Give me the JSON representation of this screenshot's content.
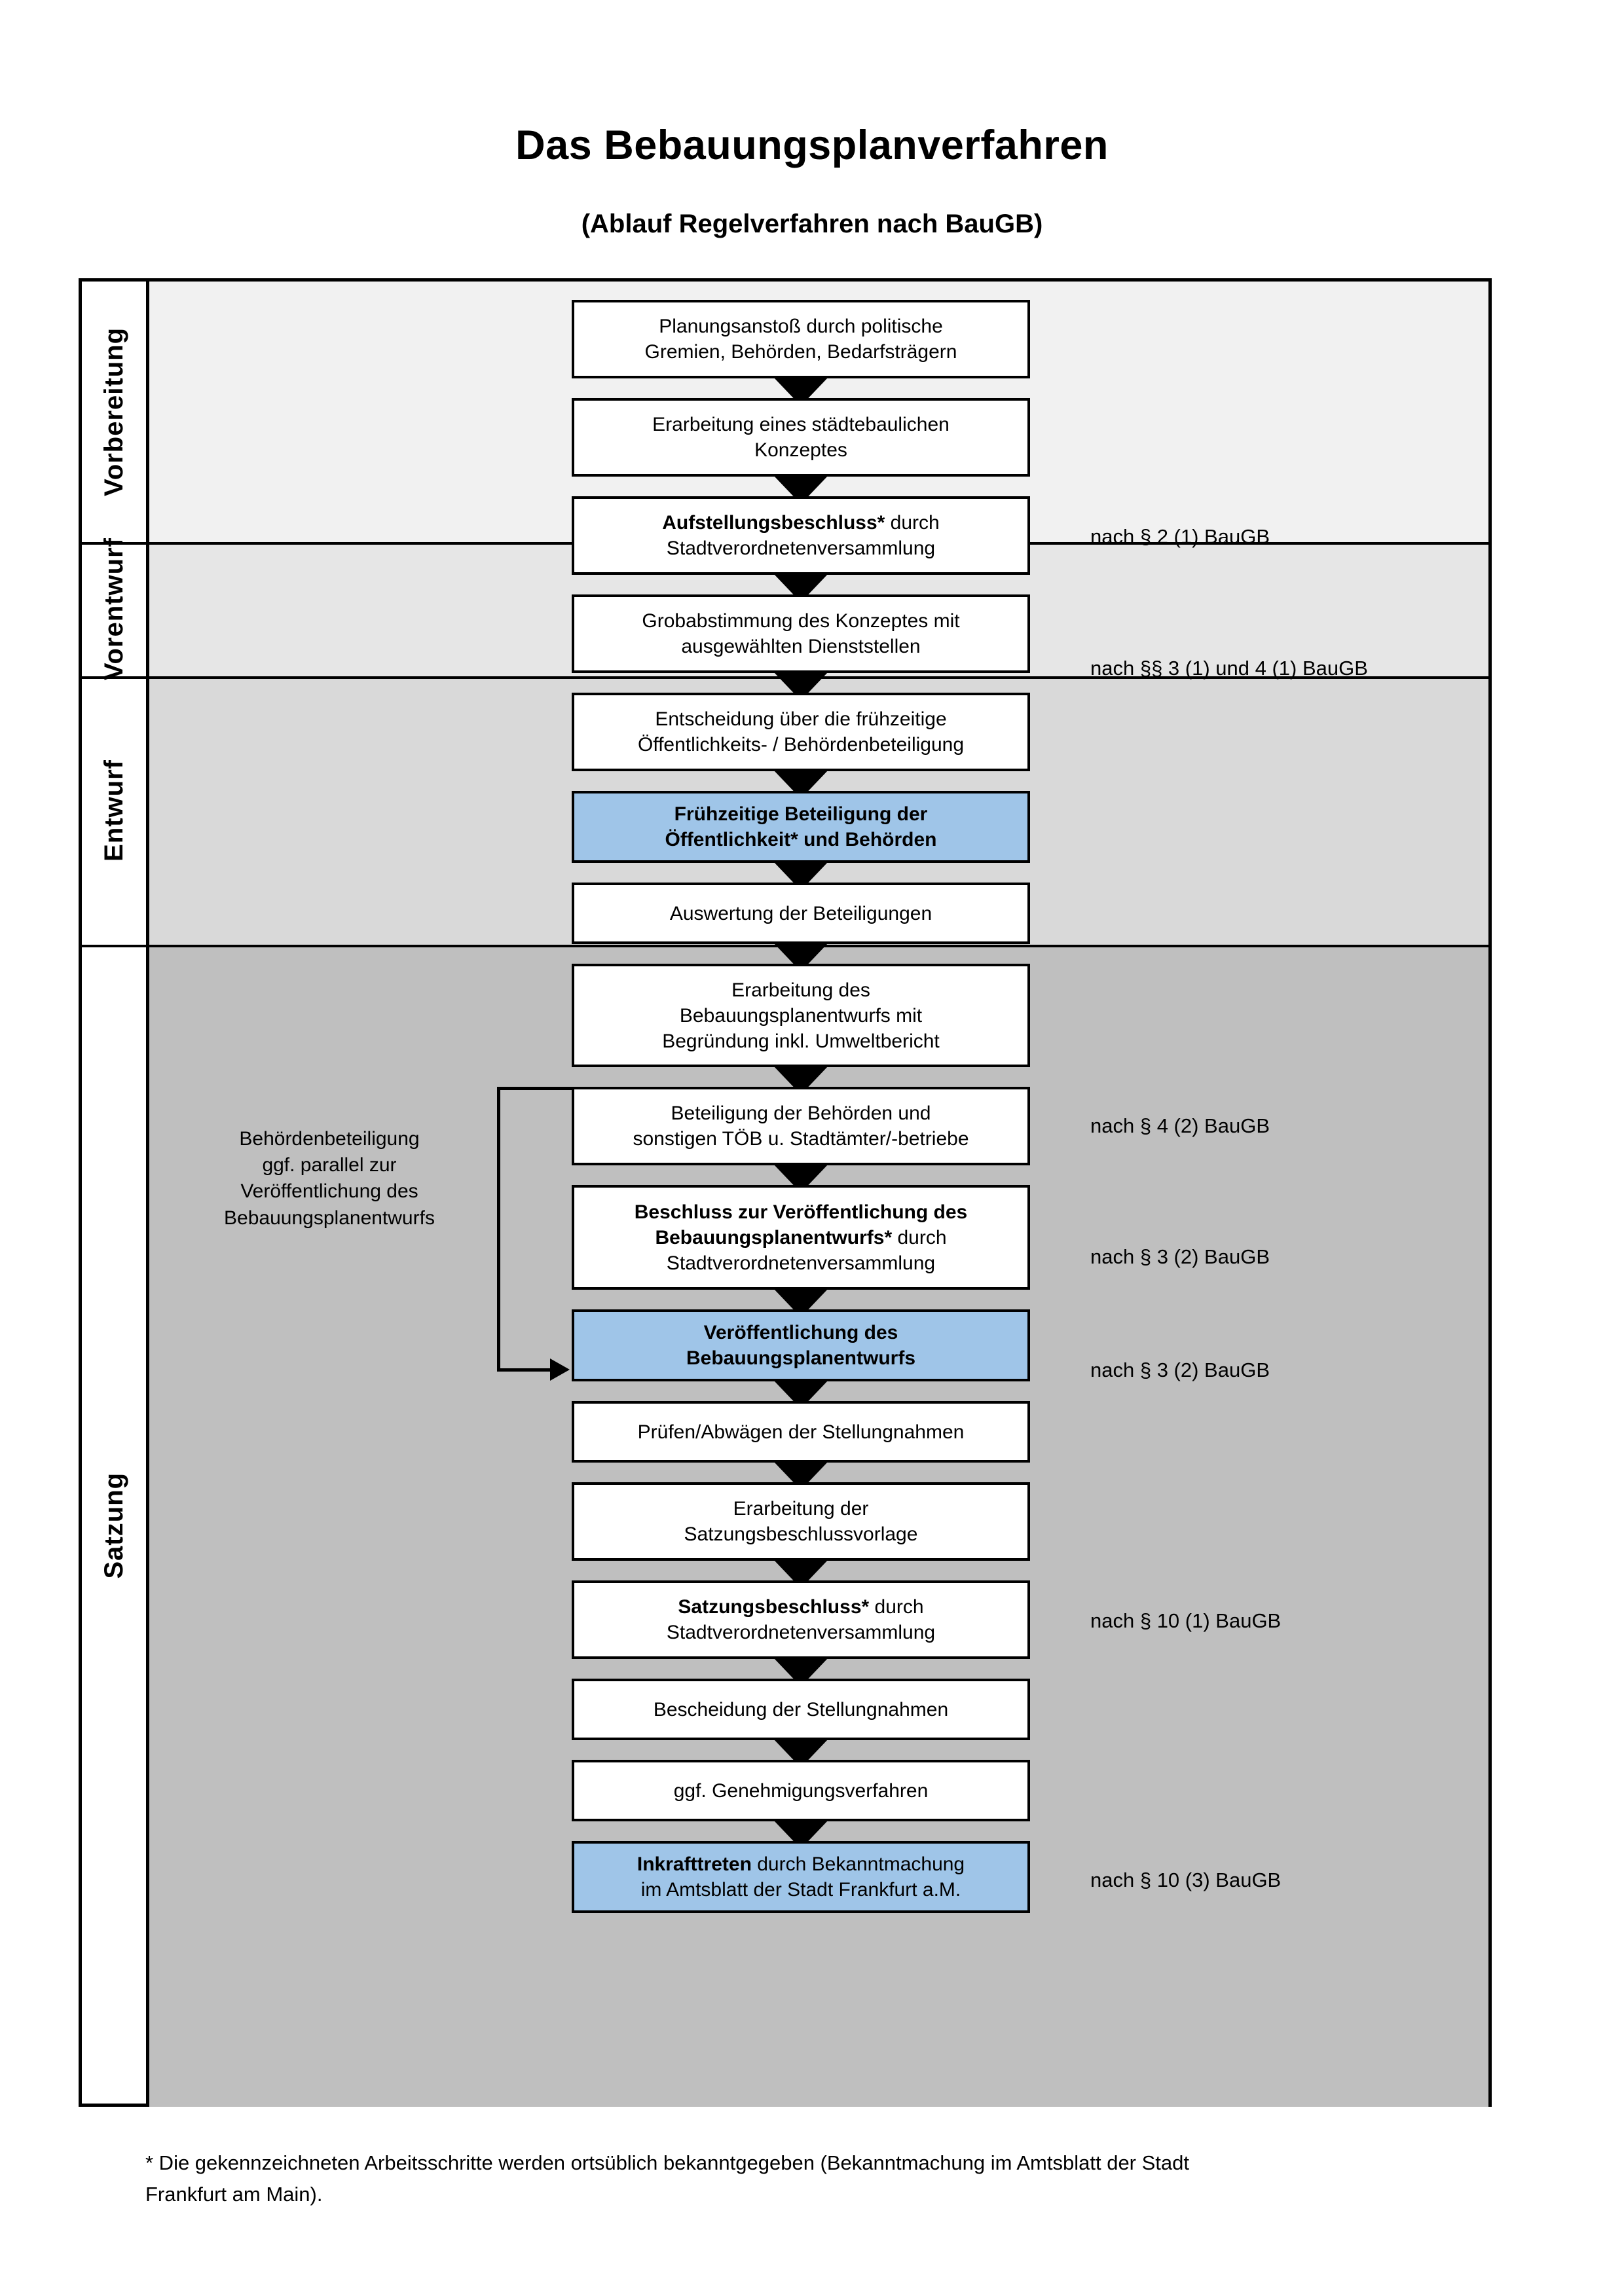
{
  "document": {
    "title": "Das Bebauungsplanverfahren",
    "subtitle": "(Ablauf Regelverfahren nach BauGB)",
    "footnote_line1": "* Die gekennzeichneten Arbeitsschritte werden ortsüblich bekanntgegeben (Bekanntmachung im Amtsblatt  der Stadt",
    "footnote_line2": "Frankfurt am Main)."
  },
  "colors": {
    "highlight_blue": "#9fc5e8",
    "band_vorbereitung": "#f1f1f1",
    "band_vorentwurf": "#e6e6e6",
    "band_entwurf": "#d9d9d9",
    "band_satzung": "#bfbfbf",
    "stroke": "#000000"
  },
  "phases": [
    {
      "label": "Vorbereitung"
    },
    {
      "label": "Vorentwurf"
    },
    {
      "label": "Entwurf"
    },
    {
      "label": "Satzung"
    }
  ],
  "steps": [
    {
      "id": "planungsanstoss",
      "phase": "Vorbereitung",
      "lines": [
        "Planungsanstoß durch politische",
        "Gremien, Behörden, Bedarfsträgern"
      ],
      "bold_prefix": "",
      "highlight": false
    },
    {
      "id": "konzept",
      "phase": "Vorbereitung",
      "lines": [
        "Erarbeitung eines städtebaulichen",
        "Konzeptes"
      ],
      "bold_prefix": "",
      "highlight": false
    },
    {
      "id": "aufstellungsbeschluss",
      "phase": "Vorbereitung",
      "lines": [
        "Aufstellungsbeschluss* durch",
        "Stadtverordnetenversammlung"
      ],
      "bold_prefix": "Aufstellungsbeschluss*",
      "highlight": false
    },
    {
      "id": "grobabstimmung",
      "phase": "Vorentwurf",
      "lines": [
        "Grobabstimmung des Konzeptes mit",
        "ausgewählten Dienststellen"
      ],
      "bold_prefix": "",
      "highlight": false
    },
    {
      "id": "entscheidung-fruehzeitig",
      "phase": "Vorentwurf",
      "lines": [
        "Entscheidung über die frühzeitige",
        "Öffentlichkeits- / Behördenbeteiligung"
      ],
      "bold_prefix": "",
      "highlight": false
    },
    {
      "id": "fruehzeitige-beteiligung",
      "phase": "Vorentwurf",
      "lines": [
        "Frühzeitige Beteiligung der",
        "Öffentlichkeit* und Behörden"
      ],
      "bold_prefix": "ALL",
      "highlight": true
    },
    {
      "id": "auswertung",
      "phase": "Entwurf",
      "lines": [
        "Auswertung der Beteiligungen"
      ],
      "bold_prefix": "",
      "highlight": false
    },
    {
      "id": "erarbeitung-entwurf",
      "phase": "Entwurf",
      "lines": [
        "Erarbeitung des",
        "Bebauungsplanentwurfs mit",
        "Begründung inkl. Umweltbericht"
      ],
      "bold_prefix": "",
      "highlight": false
    },
    {
      "id": "beteiligung-behoerden",
      "phase": "Entwurf",
      "lines": [
        "Beteiligung der Behörden und",
        "sonstigen TÖB u. Stadtämter/-betriebe"
      ],
      "bold_prefix": "",
      "highlight": false
    },
    {
      "id": "beschluss-veroeffentlichung",
      "phase": "Entwurf",
      "lines": [
        "Beschluss zur Veröffentlichung des",
        "Bebauungsplanentwurfs* durch",
        "Stadtverordnetenversammlung"
      ],
      "bold_prefix": "Beschluss zur Veröffentlichung des Bebauungsplanentwurfs*",
      "highlight": false
    },
    {
      "id": "veroeffentlichung",
      "phase": "Entwurf",
      "lines": [
        "Veröffentlichung des",
        "Bebauungsplanentwurfs"
      ],
      "bold_prefix": "ALL",
      "highlight": true
    },
    {
      "id": "pruefen-abwaegen",
      "phase": "Satzung",
      "lines": [
        "Prüfen/Abwägen der Stellungnahmen"
      ],
      "bold_prefix": "",
      "highlight": false
    },
    {
      "id": "satzungsbeschlussvorlage",
      "phase": "Satzung",
      "lines": [
        "Erarbeitung der",
        "Satzungsbeschlussvorlage"
      ],
      "bold_prefix": "",
      "highlight": false
    },
    {
      "id": "satzungsbeschluss",
      "phase": "Satzung",
      "lines": [
        "Satzungsbeschluss* durch",
        "Stadtverordnetenversammlung"
      ],
      "bold_prefix": "Satzungsbeschluss*",
      "highlight": false
    },
    {
      "id": "bescheidung",
      "phase": "Satzung",
      "lines": [
        "Bescheidung der Stellungnahmen"
      ],
      "bold_prefix": "",
      "highlight": false
    },
    {
      "id": "genehmigungsverfahren",
      "phase": "Satzung",
      "lines": [
        "ggf. Genehmigungsverfahren"
      ],
      "bold_prefix": "",
      "highlight": false
    },
    {
      "id": "inkrafttreten",
      "phase": "Satzung",
      "lines": [
        "Inkrafttreten durch Bekanntmachung",
        "im Amtsblatt der Stadt Frankfurt a.M."
      ],
      "bold_prefix": "Inkrafttreten",
      "highlight": true
    }
  ],
  "step_text": {
    "planungsanstoss_l1": "Planungsanstoß durch politische",
    "planungsanstoss_l2": "Gremien, Behörden, Bedarfsträgern",
    "konzept_l1": "Erarbeitung eines städtebaulichen",
    "konzept_l2": "Konzeptes",
    "aufstellung_bold": "Aufstellungsbeschluss*",
    "aufstellung_rest": " durch",
    "aufstellung_l2": "Stadtverordnetenversammlung",
    "grob_l1": "Grobabstimmung des Konzeptes mit",
    "grob_l2": "ausgewählten Dienststellen",
    "entscheid_l1": "Entscheidung über die frühzeitige",
    "entscheid_l2": "Öffentlichkeits- / Behördenbeteiligung",
    "fruehz_l1": "Frühzeitige Beteiligung der",
    "fruehz_l2": "Öffentlichkeit* und Behörden",
    "auswertung_l1": "Auswertung der Beteiligungen",
    "erarbeitung_l1": "Erarbeitung des",
    "erarbeitung_l2": "Bebauungsplanentwurfs mit",
    "erarbeitung_l3": "Begründung inkl. Umweltbericht",
    "behoerden_l1": "Beteiligung der Behörden und",
    "behoerden_l2": "sonstigen TÖB u. Stadtämter/-betriebe",
    "beschluss_b1": "Beschluss zur Veröffentlichung des",
    "beschluss_b2": "Bebauungsplanentwurfs*",
    "beschluss_rest": " durch",
    "beschluss_l3": "Stadtverordnetenversammlung",
    "veroeff_l1": "Veröffentlichung des",
    "veroeff_l2": "Bebauungsplanentwurfs",
    "pruefen_l1": "Prüfen/Abwägen der Stellungnahmen",
    "satzvorlage_l1": "Erarbeitung der",
    "satzvorlage_l2": "Satzungsbeschlussvorlage",
    "satzbeschluss_bold": "Satzungsbeschluss*",
    "satzbeschluss_rest": " durch",
    "satzbeschluss_l2": "Stadtverordnetenversammlung",
    "bescheidung_l1": "Bescheidung der Stellungnahmen",
    "genehmigung_l1": "ggf. Genehmigungsverfahren",
    "inkraft_bold": "Inkrafttreten",
    "inkraft_rest": " durch Bekanntmachung",
    "inkraft_l2": "im Amtsblatt der Stadt Frankfurt a.M."
  },
  "side_note": {
    "l1": "Behördenbeteiligung",
    "l2": "ggf. parallel zur",
    "l3": "Veröffentlichung des",
    "l4": "Bebauungsplanentwurfs"
  },
  "legal_references": [
    {
      "for": "aufstellungsbeschluss",
      "text": "nach § 2 (1) BauGB"
    },
    {
      "for": "fruehzeitige-beteiligung",
      "text": "nach §§ 3 (1) und 4 (1) BauGB"
    },
    {
      "for": "beteiligung-behoerden",
      "text": "nach § 4 (2) BauGB"
    },
    {
      "for": "beschluss-veroeffentlichung",
      "text": "nach § 3 (2) BauGB"
    },
    {
      "for": "veroeffentlichung",
      "text": "nach § 3 (2) BauGB"
    },
    {
      "for": "satzungsbeschluss",
      "text": "nach § 10 (1) BauGB"
    },
    {
      "for": "inkrafttreten",
      "text": "nach § 10 (3) BauGB"
    }
  ],
  "legal_text": {
    "r1": "nach § 2 (1) BauGB",
    "r2": "nach §§ 3 (1) und 4 (1) BauGB",
    "r3": "nach § 4 (2) BauGB",
    "r4": "nach § 3 (2) BauGB",
    "r5": "nach § 3 (2) BauGB",
    "r6": "nach § 10 (1) BauGB",
    "r7": "nach § 10 (3) BauGB"
  }
}
